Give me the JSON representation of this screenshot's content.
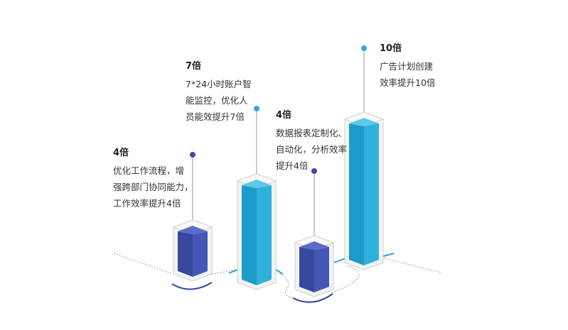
{
  "colors": {
    "light_blue": "#29acd6",
    "dark_blue": "#3d4fb0",
    "accent_blue": "#2b9fd9",
    "navy": "#2e4a9e",
    "dot_cyan": "#29a9df",
    "dot_navy": "#3c4aa5",
    "line_gray": "#9a9a9a",
    "text": "#333333"
  },
  "items": [
    {
      "title": "4倍",
      "lines": [
        "优化工作流程，增",
        "强跨部门协同能力，",
        "工作效率提升4倍"
      ],
      "bar_color": "dark_blue",
      "multiplier": 4
    },
    {
      "title": "7倍",
      "lines": [
        "7*24小时账户智",
        "能监控，优化人",
        "员能效提升7倍"
      ],
      "bar_color": "light_blue",
      "multiplier": 7
    },
    {
      "title": "4倍",
      "lines": [
        "数据报表定制化、",
        "自动化，分析效率",
        "提升4倍"
      ],
      "bar_color": "dark_blue",
      "multiplier": 4
    },
    {
      "title": "10倍",
      "lines": [
        "广告计划创建",
        "效率提升10倍"
      ],
      "bar_color": "light_blue",
      "multiplier": 10
    }
  ]
}
